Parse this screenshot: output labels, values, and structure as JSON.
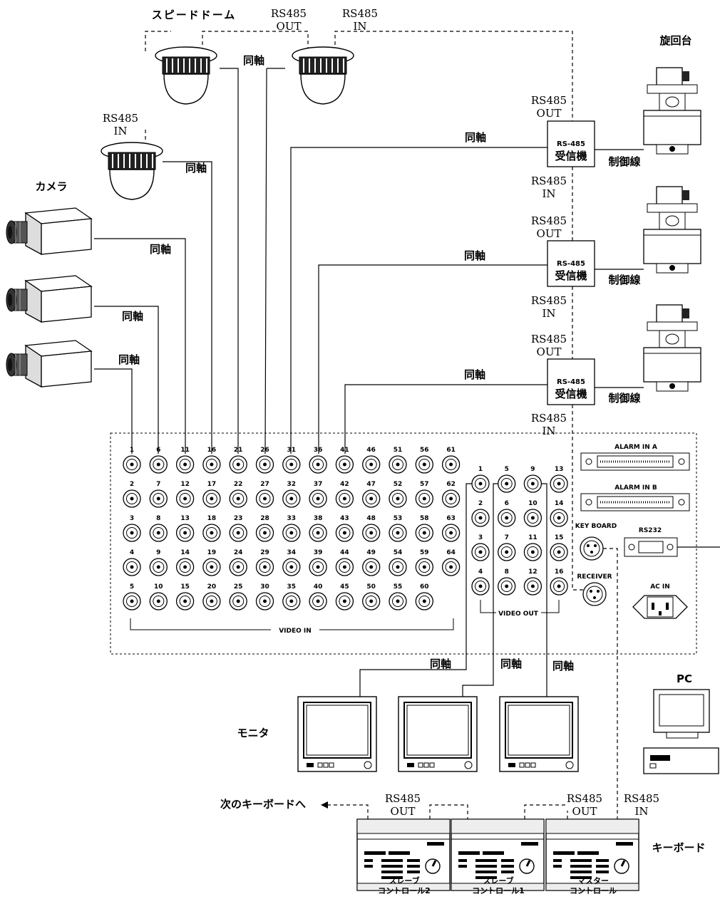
{
  "labels": {
    "speed_dome": "スピードドーム",
    "pan_tilt": "旋回台",
    "camera": "カメラ",
    "monitor": "モニタ",
    "keyboard": "キーボード",
    "next_keyboard": "次のキーボードへ",
    "pc": "PC",
    "coax": "同軸",
    "control_line": "制御線",
    "receiver_top": "RS-485",
    "receiver_name": "受信機",
    "rs485": "RS485",
    "out": "OUT",
    "in": "IN"
  },
  "dvr_panel": {
    "video_in_label": "VIDEO IN",
    "video_out_label": "VIDEO OUT",
    "alarm_in_a": "ALARM IN A",
    "alarm_in_b": "ALARM IN B",
    "keyboard_port": "KEY BOARD",
    "rs232_port": "RS232",
    "receiver_port": "RECEIVER",
    "ac_in": "AC IN",
    "video_in_channels": [
      [
        "1",
        "6",
        "11",
        "16",
        "21",
        "26",
        "31",
        "36",
        "41",
        "46",
        "51",
        "56",
        "61"
      ],
      [
        "2",
        "7",
        "12",
        "17",
        "22",
        "27",
        "32",
        "37",
        "42",
        "47",
        "52",
        "57",
        "62"
      ],
      [
        "3",
        "8",
        "13",
        "18",
        "23",
        "28",
        "33",
        "38",
        "43",
        "48",
        "53",
        "58",
        "63"
      ],
      [
        "4",
        "9",
        "14",
        "19",
        "24",
        "29",
        "34",
        "39",
        "44",
        "49",
        "54",
        "59",
        "64"
      ],
      [
        "5",
        "10",
        "15",
        "20",
        "25",
        "30",
        "35",
        "40",
        "45",
        "50",
        "55",
        "60"
      ]
    ],
    "video_out_channels": [
      [
        "1",
        "5",
        "9",
        "13"
      ],
      [
        "2",
        "6",
        "10",
        "14"
      ],
      [
        "3",
        "7",
        "11",
        "15"
      ],
      [
        "4",
        "8",
        "12",
        "16"
      ]
    ]
  },
  "keyboards": [
    {
      "line1": "スレーブ",
      "line2": "コントロール2"
    },
    {
      "line1": "スレーブ",
      "line2": "コントロール1"
    },
    {
      "line1": "マスター",
      "line2": "コントロール"
    }
  ]
}
